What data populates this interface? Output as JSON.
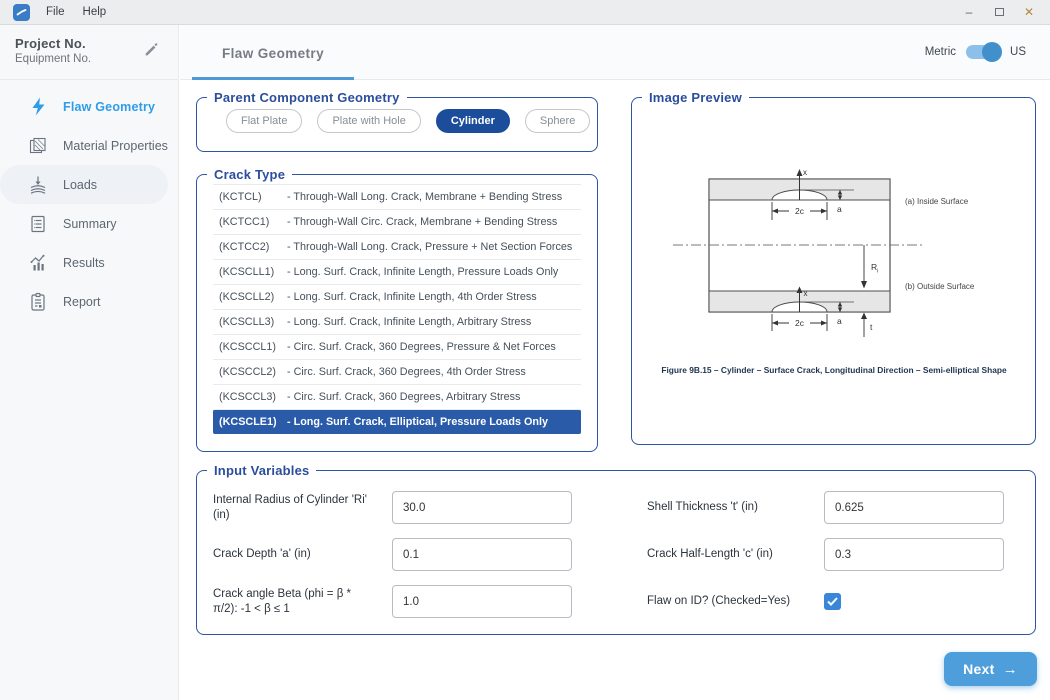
{
  "titlebar": {
    "menus": [
      "File",
      "Help"
    ],
    "window_controls": {
      "minimize": "–",
      "close": "✕"
    }
  },
  "sidebar": {
    "project_label": "Project No.",
    "equipment_label": "Equipment No.",
    "items": [
      {
        "label": "Flaw Geometry",
        "icon": "lightning-icon",
        "active": true,
        "subtle": false
      },
      {
        "label": "Material Properties",
        "icon": "material-icon",
        "active": false,
        "subtle": false
      },
      {
        "label": "Loads",
        "icon": "loads-icon",
        "active": false,
        "subtle": true
      },
      {
        "label": "Summary",
        "icon": "summary-icon",
        "active": false,
        "subtle": false
      },
      {
        "label": "Results",
        "icon": "results-icon",
        "active": false,
        "subtle": false
      },
      {
        "label": "Report",
        "icon": "report-icon",
        "active": false,
        "subtle": false
      }
    ]
  },
  "header": {
    "tab": "Flaw Geometry",
    "unit_toggle": {
      "left": "Metric",
      "right": "US",
      "selected": "US"
    }
  },
  "parent_geometry": {
    "legend": "Parent Component Geometry",
    "options": [
      "Flat Plate",
      "Plate with Hole",
      "Cylinder",
      "Sphere"
    ],
    "selected": "Cylinder"
  },
  "crack_type": {
    "legend": "Crack Type",
    "selected_code": "(KCSCLE1)",
    "items": [
      {
        "code": "(KCTCL)",
        "desc": "- Through-Wall Long. Crack, Membrane + Bending Stress"
      },
      {
        "code": "(KCTCC1)",
        "desc": "- Through-Wall Circ. Crack, Membrane + Bending Stress"
      },
      {
        "code": "(KCTCC2)",
        "desc": "- Through-Wall Long. Crack, Pressure + Net Section Forces"
      },
      {
        "code": "(KCSCLL1)",
        "desc": "- Long. Surf. Crack, Infinite Length, Pressure Loads Only"
      },
      {
        "code": "(KCSCLL2)",
        "desc": "- Long. Surf. Crack, Infinite Length, 4th Order Stress"
      },
      {
        "code": "(KCSCLL3)",
        "desc": "- Long. Surf. Crack, Infinite Length, Arbitrary Stress"
      },
      {
        "code": "(KCSCCL1)",
        "desc": "- Circ. Surf. Crack, 360 Degrees, Pressure & Net Forces"
      },
      {
        "code": "(KCSCCL2)",
        "desc": "- Circ. Surf. Crack, 360 Degrees, 4th Order Stress"
      },
      {
        "code": "(KCSCCL3)",
        "desc": "- Circ. Surf. Crack, 360 Degrees, Arbitrary Stress"
      },
      {
        "code": "(KCSCLE1)",
        "desc": "- Long. Surf. Crack, Elliptical, Pressure Loads Only"
      }
    ]
  },
  "image_preview": {
    "legend": "Image Preview",
    "figure": {
      "axis_label": "x",
      "width_label": "2c",
      "depth_label": "a",
      "radius_main": "R",
      "radius_sub": "i",
      "thickness_label": "t",
      "inside_label": "(a) Inside Surface",
      "outside_label": "(b) Outside Surface",
      "caption": "Figure 9B.15 – Cylinder – Surface Crack, Longitudinal Direction – Semi-elliptical Shape"
    }
  },
  "input_variables": {
    "legend": "Input Variables",
    "fields": [
      {
        "name": "internal-radius",
        "label": "Internal Radius of Cylinder 'Ri' (in)",
        "value": "30.0"
      },
      {
        "name": "shell-thickness",
        "label": "Shell Thickness 't' (in)",
        "value": "0.625"
      },
      {
        "name": "crack-depth",
        "label": "Crack Depth 'a' (in)",
        "value": "0.1"
      },
      {
        "name": "crack-half-length",
        "label": "Crack Half-Length 'c' (in)",
        "value": "0.3"
      },
      {
        "name": "crack-angle-beta",
        "label": "Crack angle Beta (phi = β * π/2): -1 < β ≤ 1",
        "value": "1.0"
      }
    ],
    "checkbox": {
      "label": "Flaw on ID? (Checked=Yes)",
      "checked": true
    }
  },
  "next_button": {
    "label": "Next",
    "arrow": "→"
  },
  "colors": {
    "accent_dark_blue": "#2b4d9d",
    "pill_selected": "#1b4d9b",
    "row_selected": "#2a5ba8",
    "active_nav": "#2f9ce8",
    "next_button": "#4d9edb",
    "toggle_track": "#8cc0ea",
    "toggle_knob": "#4190cc",
    "checkbox": "#3a86d8",
    "tab_underline": "#4e9ad4"
  }
}
